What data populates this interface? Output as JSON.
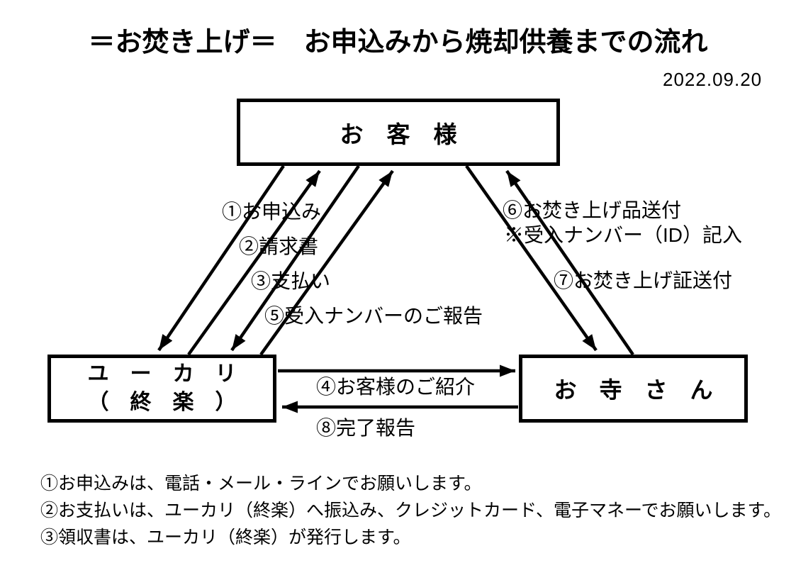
{
  "title": "＝お焚き上げ＝　お申込みから焼却供養までの流れ",
  "date": "2022.09.20",
  "nodes": {
    "customer": {
      "label": "お　客　様"
    },
    "yukari": {
      "label_line1": "ユ　ー　カ　リ",
      "label_line2": "（　終　楽　）"
    },
    "temple": {
      "label": "お　寺　さ　ん"
    }
  },
  "edges": {
    "e1": {
      "label": "①お申込み",
      "from": "customer",
      "to": "yukari"
    },
    "e2": {
      "label": "②請求書",
      "from": "yukari",
      "to": "customer"
    },
    "e3": {
      "label": "③支払い",
      "from": "customer",
      "to": "yukari"
    },
    "e4": {
      "label": "④お客様のご紹介",
      "from": "yukari",
      "to": "temple"
    },
    "e5": {
      "label": "⑤受入ナンバーのご報告",
      "from": "yukari",
      "to": "customer"
    },
    "e6": {
      "label": "⑥お焚き上げ品送付",
      "note": "※受入ナンバー（ID）記入",
      "from": "customer",
      "to": "temple"
    },
    "e7": {
      "label": "⑦お焚き上げ証送付",
      "from": "temple",
      "to": "customer"
    },
    "e8": {
      "label": "⑧完了報告",
      "from": "temple",
      "to": "yukari"
    }
  },
  "notes": [
    "①お申込みは、電話・メール・ラインでお願いします。",
    "②お支払いは、ユーカリ（終楽）へ振込み、クレジットカード、電子マネーでお願いします。",
    "③領収書は、ユーカリ（終楽）が発行します。"
  ],
  "colors": {
    "ink": "#000000",
    "background": "#ffffff"
  }
}
